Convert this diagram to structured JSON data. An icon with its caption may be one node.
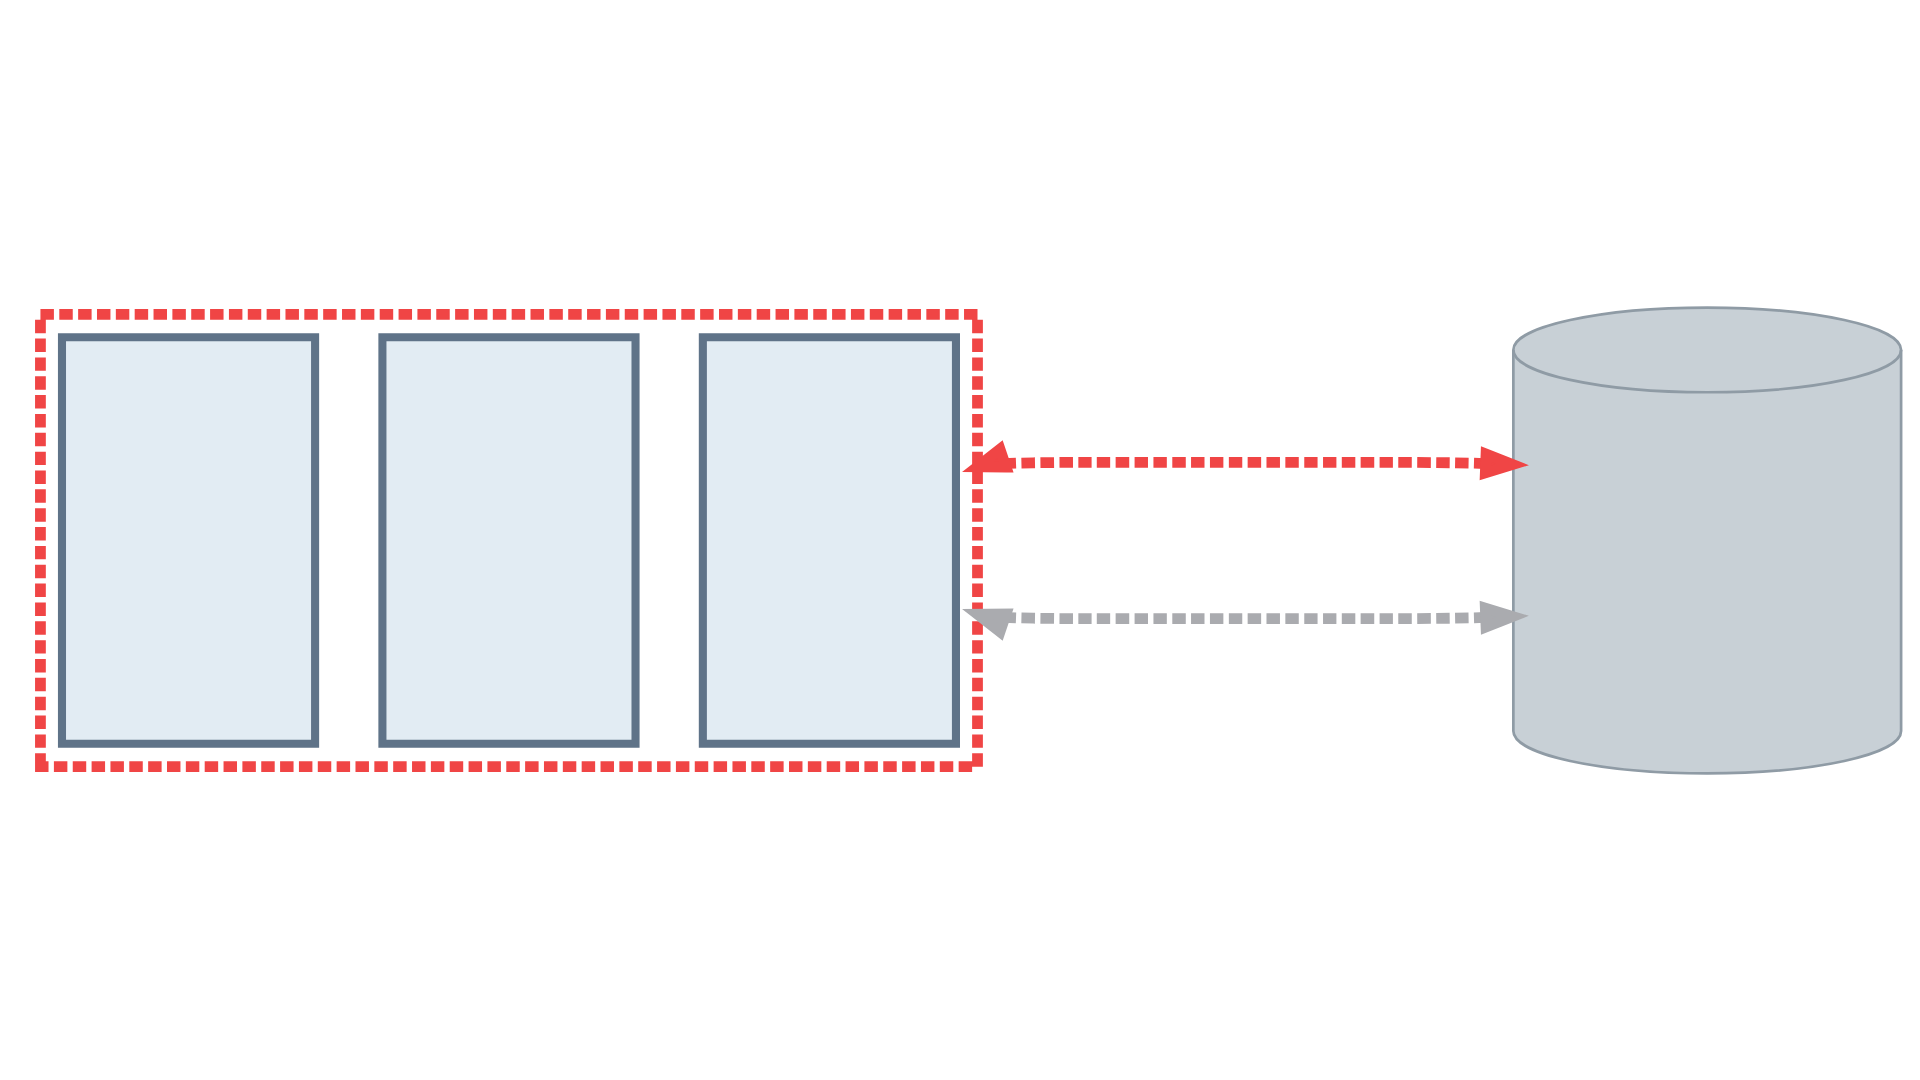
{
  "diagram": {
    "nodes": [
      {
        "text": [],
        "shape": "box"
      },
      {
        "text": [],
        "shape": "box",
        "in": 0
      },
      {
        "text": [],
        "shape": "box",
        "in": 0
      },
      {
        "text": [],
        "shape": "box",
        "in": 0
      },
      {
        "text": [],
        "shape": "cylinder"
      }
    ],
    "edges": [
      {
        "from": 0,
        "to": 4,
        "arrow": "both",
        "style": "dashed",
        "color": "#aaabaf"
      },
      {
        "from": 0,
        "to": 4,
        "arrow": "both",
        "style": "dashed",
        "color": "#f04545"
      }
    ]
  }
}
